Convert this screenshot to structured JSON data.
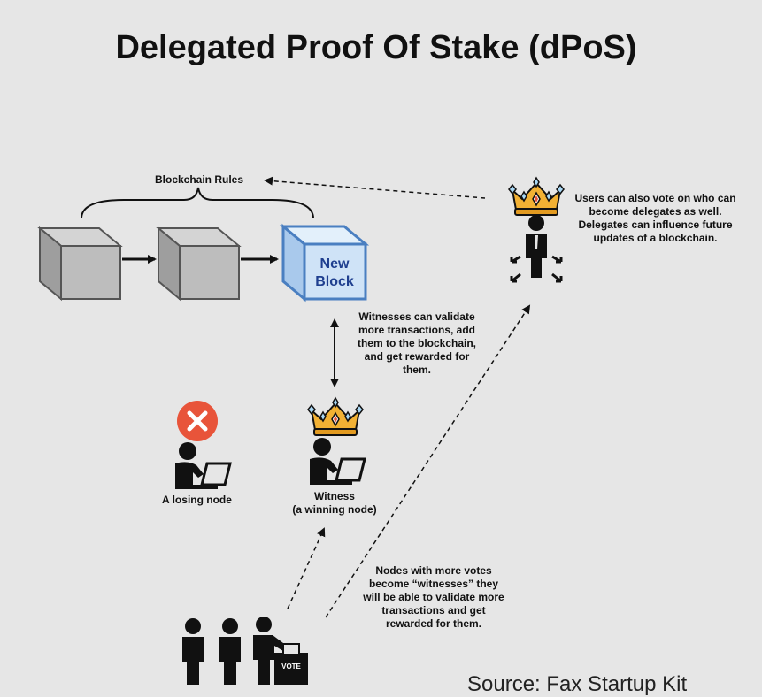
{
  "title": "Delegated Proof Of Stake (dPoS)",
  "labels": {
    "blockchain_rules": "Blockchain Rules",
    "new_block": [
      "New",
      "Block"
    ],
    "users_vote": "Users can also vote on who can become delegates as well. Delegates can influence future updates of a blockchain.",
    "witness_validate": "Witnesses can validate more transactions, add them to the blockchain, and get rewarded for them.",
    "losing_node": "A losing node",
    "witness": "Witness",
    "winning_node": "(a winning node)",
    "nodes_votes": "Nodes with more votes become “witnesses” they will be able to validate more transactions and get rewarded for them.",
    "ballot": "VOTE",
    "source": "Source: Fax Startup Kit"
  },
  "colors": {
    "background": "#e6e6e6",
    "block_gray": "#bdbdbd",
    "block_new": "#cfe3f7",
    "block_new_border": "#4a7fc1",
    "crown_gold": "#f2b134",
    "x_badge": "#e8543a"
  },
  "icons": [
    "crown-icon",
    "delegate-person-icon",
    "laptop-person-icon",
    "x-badge-icon",
    "voters-icon",
    "ballot-box-icon"
  ]
}
